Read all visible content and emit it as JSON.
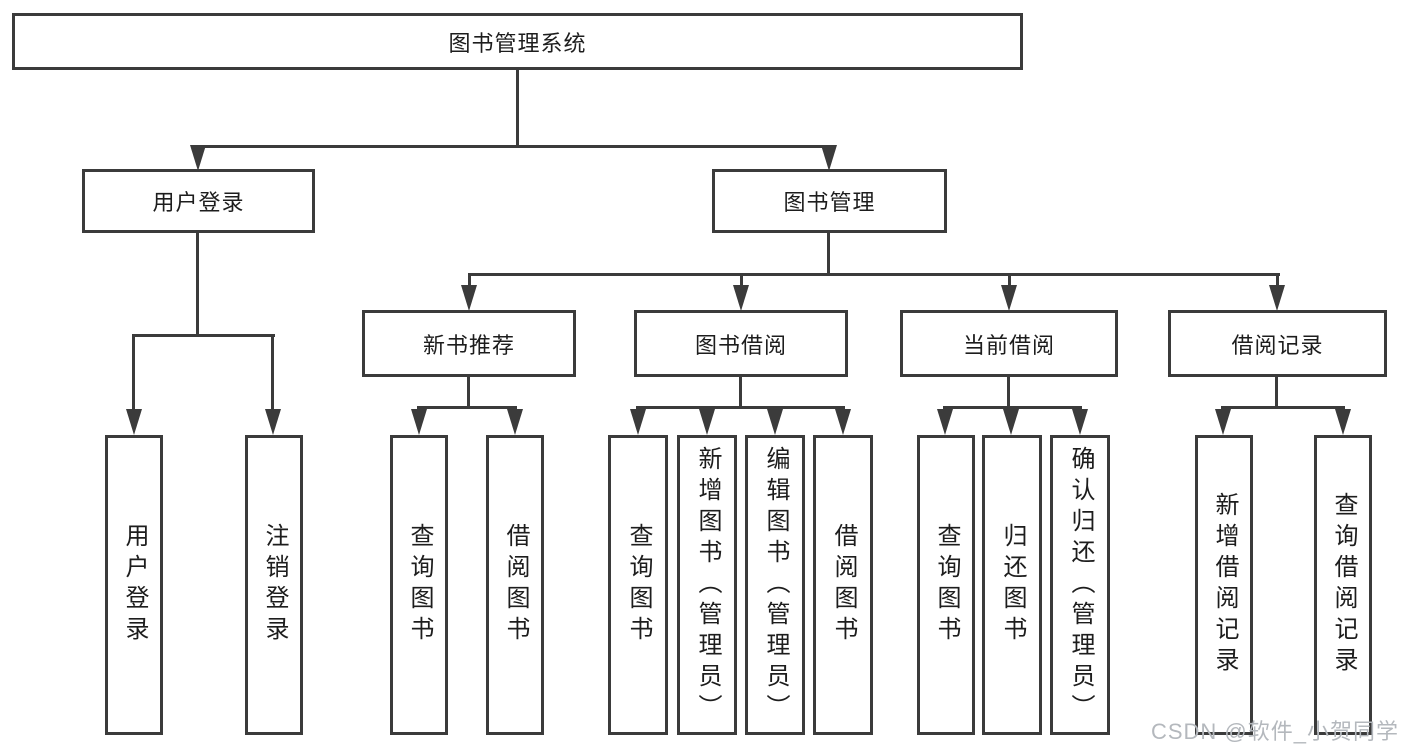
{
  "tree": {
    "root": {
      "label": "图书管理系统",
      "children": [
        {
          "label": "用户登录",
          "children": [
            {
              "label": "用户登录"
            },
            {
              "label": "注销登录"
            }
          ]
        },
        {
          "label": "图书管理",
          "children": [
            {
              "label": "新书推荐",
              "children": [
                {
                  "label": "查询图书"
                },
                {
                  "label": "借阅图书"
                }
              ]
            },
            {
              "label": "图书借阅",
              "children": [
                {
                  "label": "查询图书"
                },
                {
                  "label": "新增图书（管理员）"
                },
                {
                  "label": "编辑图书（管理员）"
                },
                {
                  "label": "借阅图书"
                }
              ]
            },
            {
              "label": "当前借阅",
              "children": [
                {
                  "label": "查询图书"
                },
                {
                  "label": "归还图书"
                },
                {
                  "label": "确认归还（管理员）"
                }
              ]
            },
            {
              "label": "借阅记录",
              "children": [
                {
                  "label": "新增借阅记录"
                },
                {
                  "label": "查询借阅记录"
                }
              ]
            }
          ]
        }
      ]
    }
  },
  "watermark": {
    "text": "CSDN @软件_小贺同学"
  },
  "colors": {
    "line": "#3b3b3b",
    "text": "#1d1d1d",
    "background": "#ffffff",
    "watermark": "#b4b8bd"
  }
}
